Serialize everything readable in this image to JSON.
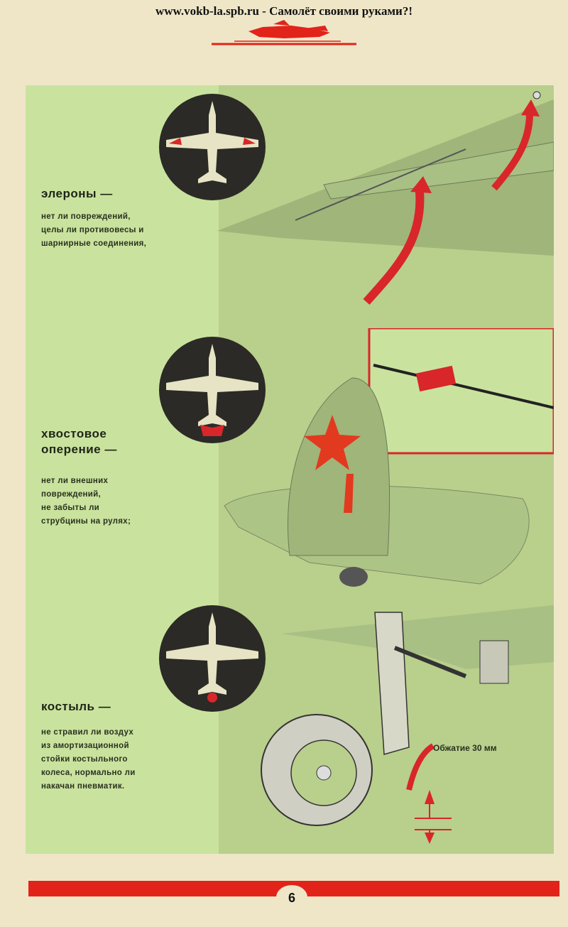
{
  "header": {
    "site_title": "www.vokb-la.spb.ru  -  Самолёт своими руками?!",
    "logo_icon": "airplane-logo-icon"
  },
  "sections": [
    {
      "heading": "элероны —",
      "lines": [
        "нет ли повреждений,",
        "целы ли противовесы и",
        "шарнирные соединения,"
      ]
    },
    {
      "heading_lines": [
        "хвостовое",
        "оперение —"
      ],
      "lines": [
        "нет ли внешних",
        "повреждений,",
        "не забыты ли",
        "струбцины на рулях;"
      ]
    },
    {
      "heading": "костыль —",
      "lines": [
        "не стравил ли воздух",
        "из амортизационной",
        "стойки костыльного",
        "колеса, нормально ли",
        "накачан пневматик."
      ],
      "measure_label": "Обжатие 30 мм"
    }
  ],
  "footer": {
    "page_number": "6"
  },
  "colors": {
    "page_bg": "#efe6c8",
    "panel_green": "#b9cf8c",
    "accent_red": "#e2231a",
    "badge_dark": "#2b2a26",
    "silhouette": "#e6e4c4"
  }
}
